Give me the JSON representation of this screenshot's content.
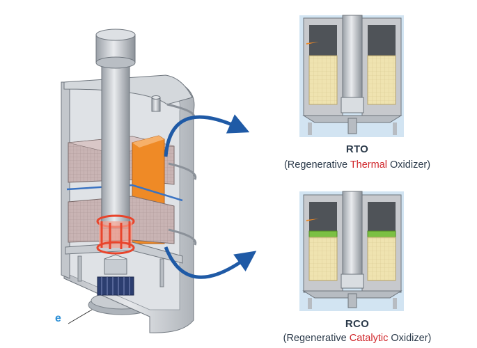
{
  "annotation": {
    "label": "e"
  },
  "rto": {
    "title": "RTO",
    "subtitle": {
      "before": "(Regenerative ",
      "highlight": "Thermal",
      "after": " Oxidizer)"
    }
  },
  "rco": {
    "title": "RCO",
    "subtitle": {
      "before": "(Regenerative ",
      "highlight": "Catalytic",
      "after": " Oxidizer)"
    }
  },
  "colors": {
    "arrow": "#1f5aa6",
    "highlight": "#d0262a",
    "media": "#efe3b0",
    "catalyst": "#7cc043",
    "chamber": "#c7c9cd",
    "shadow": "#d2e4f2",
    "hot": "#ef8a26",
    "fan": "#e8452c"
  }
}
